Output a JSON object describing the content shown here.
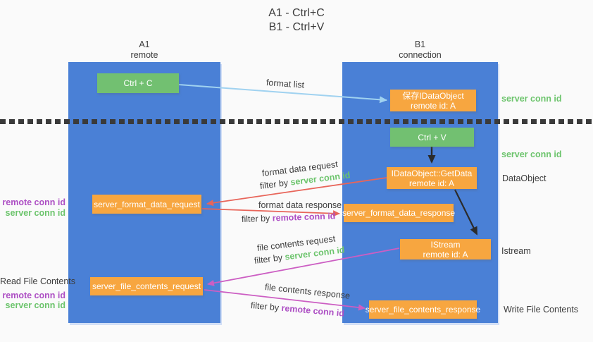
{
  "title": {
    "line1": "A1 - Ctrl+C",
    "line2": "B1 - Ctrl+V"
  },
  "lifelines": {
    "a1": {
      "name": "A1",
      "subtitle": "remote"
    },
    "b1": {
      "name": "B1",
      "subtitle": "connection"
    }
  },
  "nodes": {
    "ctrl_c": {
      "label": "Ctrl + C"
    },
    "ctrl_v": {
      "label": "Ctrl + V"
    },
    "save_dataobject": {
      "line1": "保存IDataObject",
      "line2": "remote id: A"
    },
    "getdata": {
      "line1": "IDataObject::GetData",
      "line2": "remote id: A"
    },
    "istream": {
      "line1": "IStream",
      "line2": "remote id: A"
    },
    "server_format_data_request": {
      "label": "server_format_data_request"
    },
    "server_format_data_response": {
      "label": "server_format_data_response"
    },
    "server_file_contents_request": {
      "label": "server_file_contents_request"
    },
    "server_file_contents_response": {
      "label": "server_file_contents_response"
    }
  },
  "edge_labels": {
    "format_list": "format list",
    "format_data_request": "format data request",
    "format_data_response": "format data response",
    "file_contents_request": "file contents request",
    "file_contents_response": "file contents response",
    "filter_by": "filter by",
    "server_conn_id": "server conn id",
    "remote_conn_id": "remote conn id"
  },
  "annotations": {
    "right_server_conn_id_top": "server conn id",
    "right_server_conn_id_mid": "server conn id",
    "right_dataobject": "DataObject",
    "right_istream": "Istream",
    "right_write_file_contents": "Write File Contents",
    "left_remote_conn_id_format": "remote conn id",
    "left_server_conn_id_format": "server conn id",
    "left_read_file_contents": "Read File Contents",
    "left_remote_conn_id_file": "remote conn id",
    "left_server_conn_id_file": "server conn id"
  },
  "colors": {
    "lifeline_blue": "#4a80d6",
    "action_green": "#72c071",
    "message_orange": "#f7a640",
    "conn_id_green": "#6cc46c",
    "conn_id_purple": "#ad4fc4",
    "arrow_red": "#e8655a",
    "arrow_magenta": "#cc5ec3",
    "arrow_light_blue": "#a0d2f0",
    "arrow_black": "#2b2b2b",
    "divider_dark": "#3a3a3a",
    "background": "#fafafa"
  }
}
